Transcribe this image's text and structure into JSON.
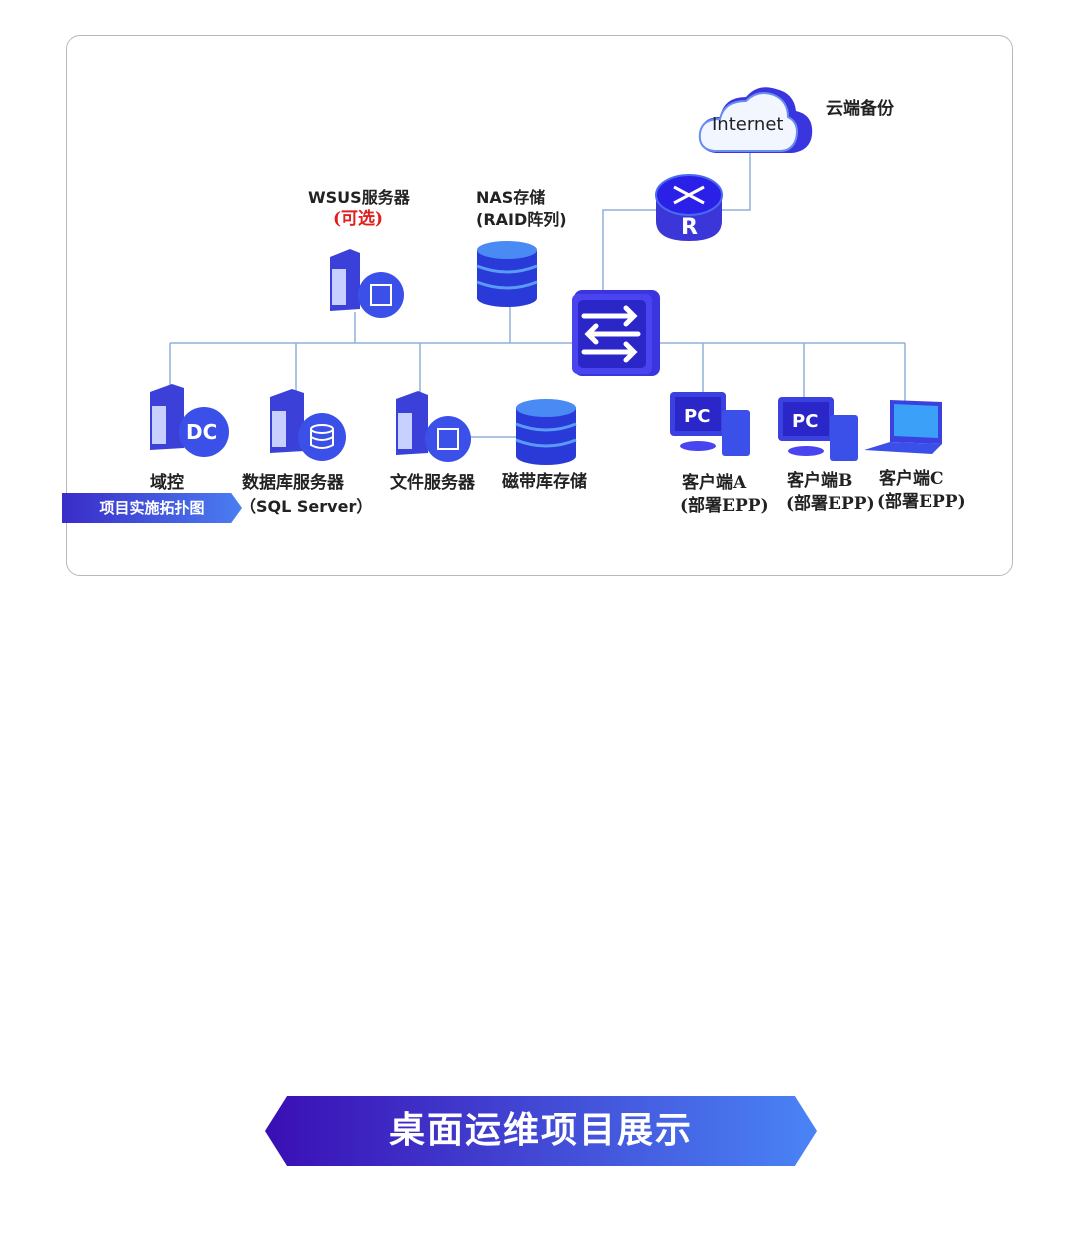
{
  "diagram": {
    "cloud": {
      "label": "Internet",
      "caption": "云端备份"
    },
    "router": {
      "letter": "R"
    },
    "wsus": {
      "name": "WSUS服务器",
      "note": "(可选)"
    },
    "nas": {
      "name": "NAS存储",
      "note": "(RAID阵列)"
    },
    "dc": {
      "name": "域控",
      "badge": "DC"
    },
    "db_server": {
      "name": "数据库服务器",
      "note": "（SQL Server）"
    },
    "file_server": {
      "name": "文件服务器"
    },
    "tape": {
      "name": "磁带库存储"
    },
    "clients": [
      {
        "name": "客户端A",
        "note": "(部署EPP)",
        "badge": "PC"
      },
      {
        "name": "客户端B",
        "note": "(部署EPP)",
        "badge": "PC"
      },
      {
        "name": "客户端C",
        "note": "(部署EPP)"
      }
    ],
    "tag": "项目实施拓扑图"
  },
  "section_banner": "桌面运维项目展示",
  "colors": {
    "accent": "#3b35e0",
    "line": "#8fb0d8",
    "highlight": "#e02020"
  }
}
